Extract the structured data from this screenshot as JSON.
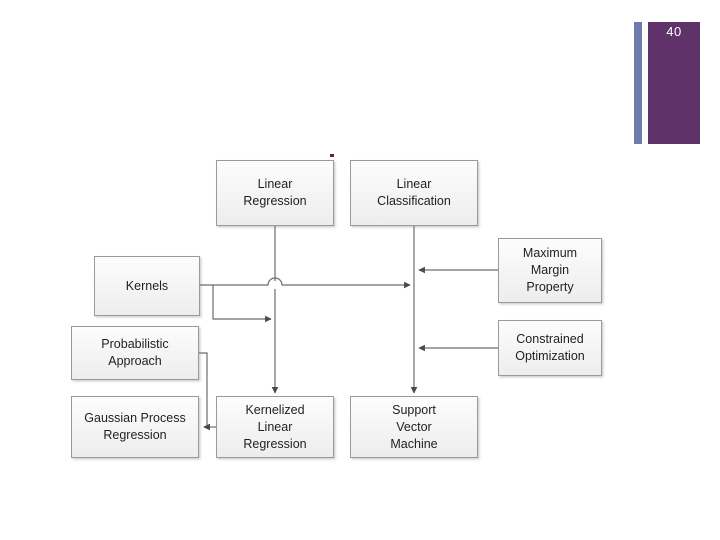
{
  "slide": {
    "page_number": "40",
    "accent_color": "#6f7bae",
    "page_block_color": "#5f3269",
    "background_color": "#ffffff"
  },
  "diagram": {
    "title": "",
    "node_fill": "#f4f4f4",
    "node_border": "#9a9a9a",
    "connector_color": "#595959",
    "nodes": [
      {
        "id": "linear-regression",
        "label": "Linear\nRegression"
      },
      {
        "id": "linear-classification",
        "label": "Linear\nClassification"
      },
      {
        "id": "kernels",
        "label": "Kernels"
      },
      {
        "id": "maximum-margin",
        "label": "Maximum\nMargin\nProperty"
      },
      {
        "id": "probabilistic",
        "label": "Probabilistic\nApproach"
      },
      {
        "id": "constrained",
        "label": "Constrained\nOptimization"
      },
      {
        "id": "gaussian-process",
        "label": "Gaussian Process\nRegression"
      },
      {
        "id": "kernelized",
        "label": "Kernelized\nLinear\nRegression"
      },
      {
        "id": "svm",
        "label": "Support\nVector\nMachine"
      }
    ],
    "edges": [
      {
        "from": "linear-regression",
        "to": "kernelized",
        "style": "vertical-arrow"
      },
      {
        "from": "linear-classification",
        "to": "svm",
        "style": "vertical-arrow"
      },
      {
        "from": "kernels",
        "to": "linear-classification-line",
        "style": "horizontal-arrow-with-bridge"
      },
      {
        "from": "kernels",
        "to": "linear-regression-line",
        "style": "elbow-arrow"
      },
      {
        "from": "maximum-margin",
        "to": "linear-classification-line",
        "style": "horizontal-arrow-left"
      },
      {
        "from": "constrained",
        "to": "linear-classification-line",
        "style": "horizontal-arrow-left"
      },
      {
        "from": "probabilistic",
        "to": "gaussian-process",
        "style": "elbow-arrow-left"
      },
      {
        "from": "kernelized",
        "to": "gaussian-process",
        "style": "horizontal-arrow-left"
      }
    ]
  }
}
